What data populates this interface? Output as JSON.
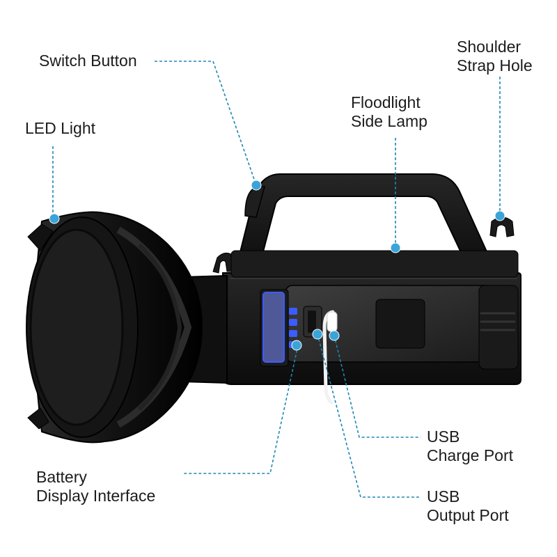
{
  "accent_color": "#3aa4d9",
  "line_color": "#1f87b3",
  "body_color": "#1a1a1a",
  "led_color": "#3b5cff",
  "callouts": {
    "switch_button": "Switch Button",
    "shoulder_strap_hole": [
      "Shoulder",
      "Strap Hole"
    ],
    "floodlight_side_lamp": [
      "Floodlight",
      "Side Lamp"
    ],
    "led_light": "LED Light",
    "usb_charge_port": [
      "USB",
      "Charge Port"
    ],
    "battery_display_interface": [
      "Battery",
      "Display Interface"
    ],
    "usb_output_port": [
      "USB",
      "Output Port"
    ]
  }
}
